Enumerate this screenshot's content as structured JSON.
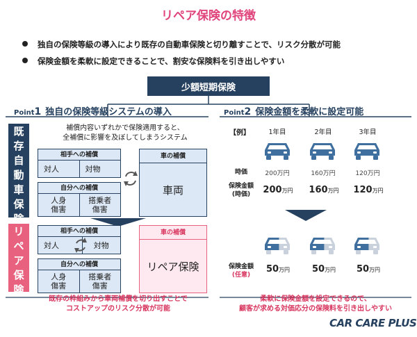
{
  "title": "リペア保険の特徴",
  "bullets": [
    "独自の保険等級の導入により既存の自動車保険と切り離すことで、リスク分散が可能",
    "保険金額を柔軟に設定できることで、割安な保険料を引き出しやすい"
  ],
  "center_label": "少額短期保険",
  "point1": {
    "tag": "Point",
    "num": "1",
    "title": "独自の保険等級システムの導入"
  },
  "point2": {
    "tag": "Point",
    "num": "2",
    "title": "保険金額を柔軟に設定可能"
  },
  "side_existing": [
    "既",
    "存",
    "自",
    "動",
    "車",
    "保",
    "険"
  ],
  "side_repair": [
    "リ",
    "ペ",
    "ア",
    "保",
    "険"
  ],
  "existing_note": [
    "補償内容いずれかで保険適用すると、",
    "全補償に影響を及ぼしてしまうシステム"
  ],
  "liability": {
    "head": "相手への補償",
    "a": "対人",
    "b": "対物"
  },
  "self": {
    "head": "自分への補償",
    "a1": "人身",
    "a2": "傷害",
    "b1": "搭乗者",
    "b2": "傷害"
  },
  "car": {
    "head": "車の補償",
    "value": "車両"
  },
  "repair_car": {
    "head": "車の補償",
    "value": "リペア保険"
  },
  "example_label": "【例】",
  "years": [
    "1年目",
    "2年目",
    "3年目"
  ],
  "market_label": "時価",
  "market_values": [
    "200万円",
    "160万円",
    "120万円"
  ],
  "amount_label": [
    "保険金額",
    "(時価)"
  ],
  "amounts": [
    {
      "num": "200",
      "unit": "万円"
    },
    {
      "num": "160",
      "unit": "万円"
    },
    {
      "num": "120",
      "unit": "万円"
    }
  ],
  "repair_amount_label": [
    "保険金額",
    "(任意)"
  ],
  "repair_amounts": [
    {
      "num": "50",
      "unit": "万円"
    },
    {
      "num": "50",
      "unit": "万円"
    },
    {
      "num": "50",
      "unit": "万円"
    }
  ],
  "footer_left": [
    "既存の枠組みから車両補償を切り出すことで",
    "コストアップのリスク分散が可能"
  ],
  "footer_right": [
    "柔軟に保険金額を設定できるので、",
    "顧客が求める対価応分の保険料を引き出しやすい"
  ],
  "logo": "CAR CARE PLUS",
  "colors": {
    "navy": "#26415f",
    "pink": "#e0457b",
    "light_blue": "#dce8f5",
    "light_pink": "#fde9ef",
    "car_blue": "#3f6f9e",
    "car_grey": "#c9d2dc"
  },
  "icons": [
    "car-icon",
    "cycle-arrows-icon",
    "arrow-down-icon",
    "arrow-up-icon"
  ]
}
